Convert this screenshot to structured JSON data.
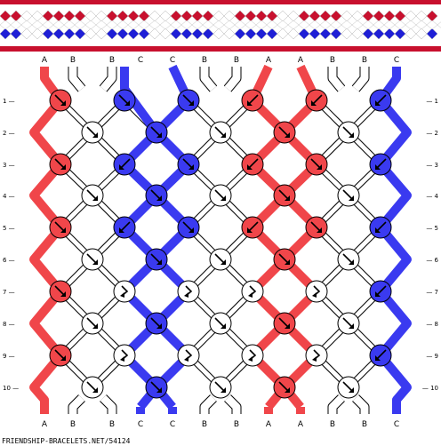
{
  "pattern": {
    "id": "54124",
    "credit": "FRIENDSHIP-BRACELETS.NET/54124",
    "string_labels_top": [
      "A",
      "B",
      "B",
      "C",
      "C",
      "B",
      "B",
      "A",
      "A",
      "B",
      "B",
      "C"
    ],
    "string_labels_bottom": [
      "A",
      "B",
      "B",
      "C",
      "C",
      "B",
      "B",
      "A",
      "A",
      "B",
      "B",
      "C"
    ],
    "row_numbers": [
      "1",
      "2",
      "3",
      "4",
      "5",
      "6",
      "7",
      "8",
      "9",
      "10"
    ],
    "colors": {
      "A": "#f0464a",
      "B": "#ffffff",
      "C": "#3a3af0"
    },
    "preview_colors": {
      "A": "#c8102e",
      "B": "#ffffff",
      "C": "#1f1fd6"
    }
  }
}
